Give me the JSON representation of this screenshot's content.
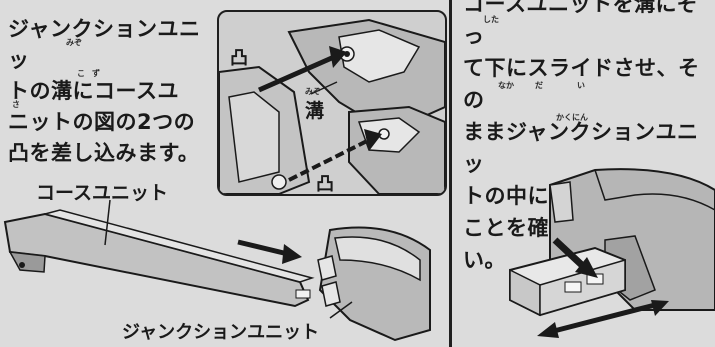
{
  "left_instruction": {
    "text": "ジャンクションユニッ\nトの溝にコースユ\nニットの図の2つの\n凸を差し込みます。",
    "ruby_groove": "みぞ",
    "ruby_zu": "ず",
    "ruby_sa": "さ",
    "ruby_ko": "こ"
  },
  "right_instruction": {
    "text": "コースユニットを溝にそっ\nて下にスライドさせ、その\nままジャンクションユニッ\nトの中に出し入れできる\nことを確認してください。",
    "ruby_shita": "した",
    "ruby_naka": "なか",
    "ruby_da": "だ",
    "ruby_i": "い",
    "ruby_kakunin": "かくにん"
  },
  "labels": {
    "course_unit": "コースユニット",
    "junction_unit": "ジャンクションユニット",
    "groove": "溝",
    "groove_ruby": "みぞ",
    "convex_top": "凸",
    "convex_bottom": "凸"
  },
  "colors": {
    "ink": "#1a1a1a",
    "paper": "#dcdcdc",
    "part_fill": "#bdbdbd",
    "part_dark": "#8a8a8a",
    "part_light": "#e8e8e8"
  }
}
